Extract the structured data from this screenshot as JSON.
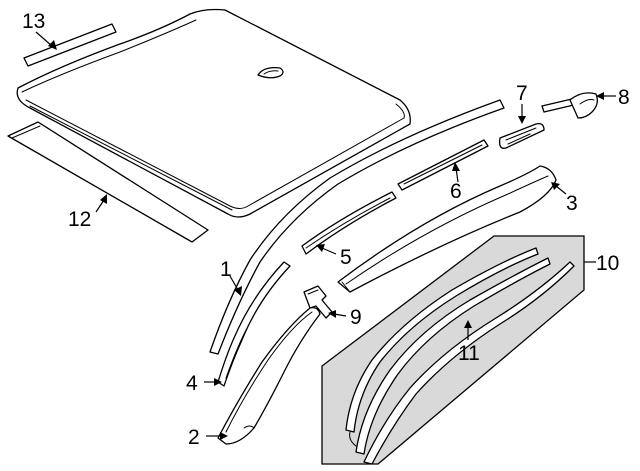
{
  "diagram": {
    "callouts": {
      "c1": "1",
      "c2": "2",
      "c3": "3",
      "c4": "4",
      "c5": "5",
      "c6": "6",
      "c7": "7",
      "c8": "8",
      "c9": "9",
      "c10": "10",
      "c11": "11",
      "c12": "12",
      "c13": "13"
    },
    "kit_box_fill": "#d9d9d9",
    "line_color": "#000000"
  }
}
